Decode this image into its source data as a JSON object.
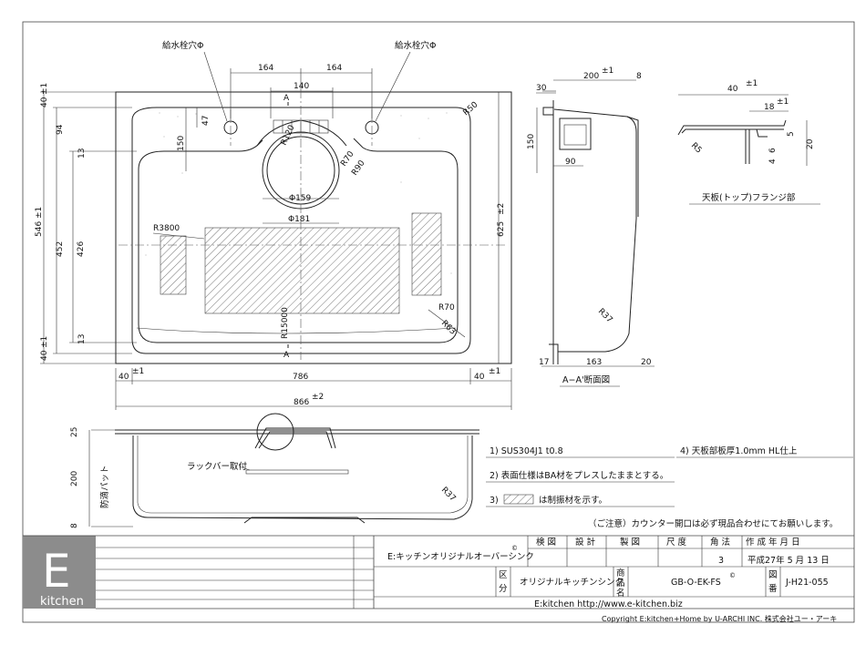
{
  "plan": {
    "faucet_hole_left": "給水栓穴Φ",
    "faucet_hole_right": "給水栓穴Φ",
    "d164a": "164",
    "d164b": "164",
    "d140": "140",
    "d40t": "40",
    "pm1a": "±1",
    "d94": "94",
    "d13a": "13",
    "d546": "546",
    "pm1b": "±1",
    "d452": "452",
    "d426": "426",
    "d13b": "13",
    "d40b": "40",
    "pm1c": "±1",
    "d47": "47",
    "d150": "150",
    "r120": "R120",
    "r70a": "R70",
    "r90": "R90",
    "r50": "R50",
    "phi159": "Φ159",
    "phi181": "Φ181",
    "r3800": "R3800",
    "r15000": "R15000",
    "r70b": "R70",
    "r63": "R63",
    "d625": "625",
    "pm2a": "±2",
    "d40l": "40",
    "pm1d": "±1",
    "d786": "786",
    "d40r": "40",
    "pm1e": "±1",
    "d866": "866",
    "pm2b": "±2",
    "secA": "A",
    "secA2": "A"
  },
  "section": {
    "d30": "30",
    "d200": "200",
    "pm1": "±1",
    "d8": "8",
    "d150": "150",
    "d90": "90",
    "r37": "R37",
    "d17": "17",
    "d163": "163",
    "d20": "20",
    "title": "A−A'断面図"
  },
  "flange": {
    "d40": "40",
    "pm1": "±1",
    "d18": "18",
    "pm1b": "±1",
    "r5": "R5",
    "d5": "5",
    "d20": "20",
    "d4": "4",
    "d6": "6",
    "title": "天板(トップ)フランジ部"
  },
  "front": {
    "d25": "25",
    "d200": "200",
    "d8": "8",
    "pad": "防滴パット",
    "rack": "ラックバー取付",
    "r37": "R37"
  },
  "notes": {
    "n1": "1) SUS304J1 t0.8",
    "n2": "2) 表面仕様はBA材をプレスしたままとする。",
    "n3a": "3)",
    "n3b": "は制振材を示す。",
    "n4": "4) 天板部板厚1.0mm  HL仕上",
    "caution": "（ご注意）カウンター開口は必ず現品合わせにてお願いします。"
  },
  "titleblock": {
    "logo_letter": "E",
    "logo_word": "kitchen",
    "product_series": "E:キッチンオリジナルオーバーシンク",
    "copyright_mark": "©",
    "h_check": "検 図",
    "h_design": "設 計",
    "h_draw": "製 図",
    "h_scale": "尺 度",
    "h_angle": "角 法",
    "h_date": "作 成  年  月  日",
    "angle_val": "3",
    "date_val": "平成27年 5 月 13 日",
    "kubun": "区\n分",
    "kubun1": "区",
    "kubun2": "分",
    "category": "オリジナルキッチンシンク",
    "shohinmei1": "商",
    "shohinmei2": "品",
    "shohinmei3": "名",
    "model": "GB-O-EK-FS",
    "zuban1": "図",
    "zuban2": "番",
    "drawing_no": "J-H21-055",
    "site": "E:kitchen  http://www.e-kitchen.biz",
    "copyright": "Copyright  E:kitchen+Home by U-ARCHI INC. 株式会社ユー・アーキ"
  },
  "colors": {
    "logo_bg": "#8c8c8c",
    "line": "#222222",
    "hatch": "#555555"
  }
}
